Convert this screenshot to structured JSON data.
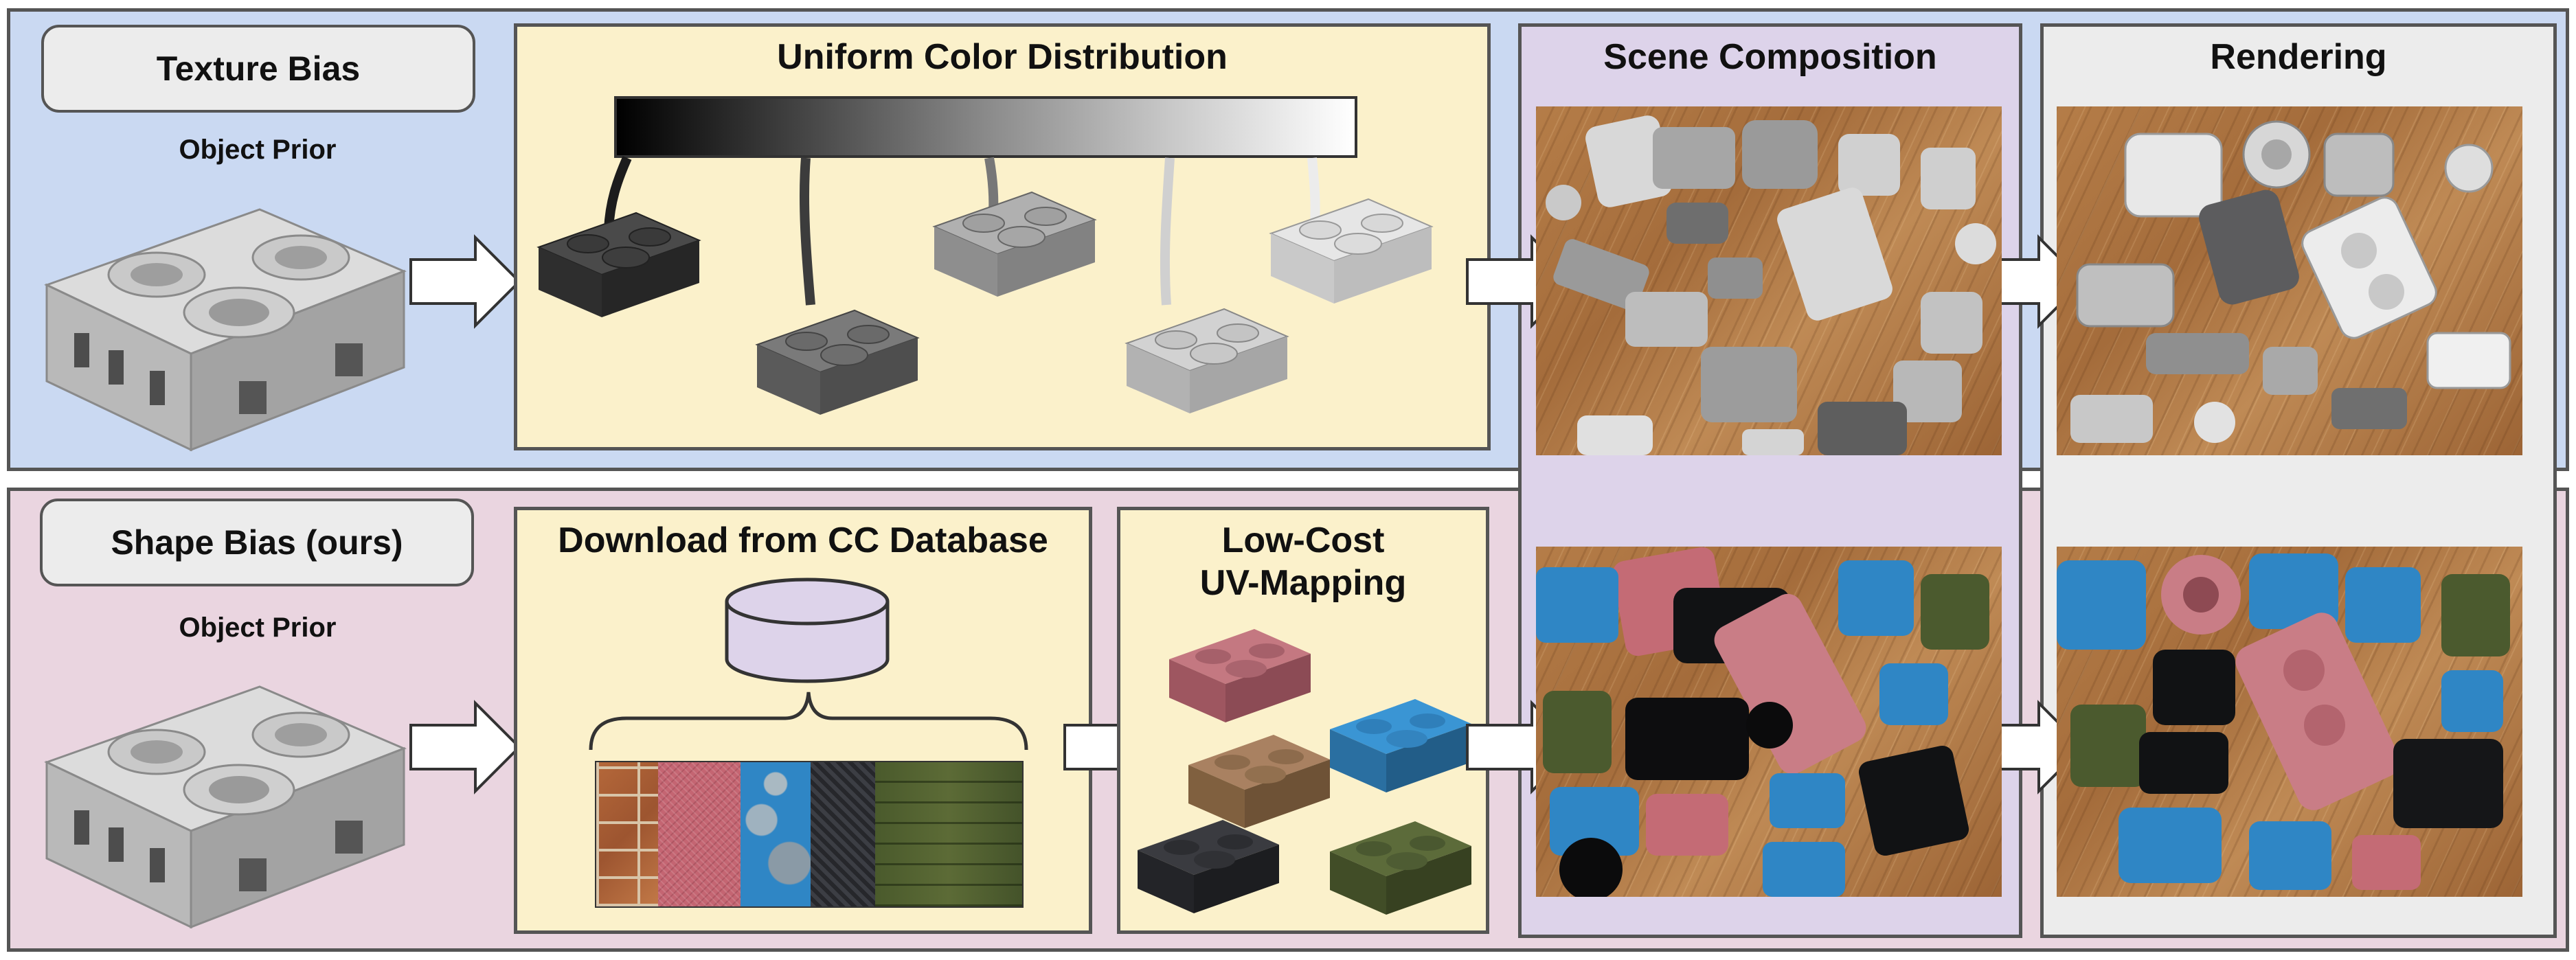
{
  "top_row": {
    "bias_label": "Texture Bias",
    "prior_label": "Object Prior",
    "panel_color_title": "Uniform Color Distribution",
    "panel_scene_title": "Scene Composition",
    "panel_render_title": "Rendering",
    "gradient": {
      "from": "#000000",
      "to": "#ffffff"
    },
    "sample_shades": [
      "#4a4a4a",
      "#787878",
      "#a6a6a6",
      "#c4c4c4",
      "#dcdcdc"
    ]
  },
  "bottom_row": {
    "bias_label": "Shape Bias (ours)",
    "prior_label": "Object Prior",
    "panel_download_title": "Download from CC Database",
    "panel_uv_title_line1": "Low-Cost",
    "panel_uv_title_line2": "UV-Mapping",
    "textures": [
      "brick",
      "red-fabric",
      "blue-paint",
      "carbon",
      "moss"
    ],
    "uv_block_colors": [
      "#b7636c",
      "#2f86c5",
      "#9a7355",
      "#2c2d31",
      "#4c5a30"
    ]
  },
  "colors": {
    "top_row_bg": "#cad9f2",
    "bottom_row_bg": "#ead5e0",
    "yellow_panel": "#fbf1cb",
    "purple_panel": "#ddd3ea",
    "gray_panel": "#ececec",
    "border": "#555555"
  }
}
